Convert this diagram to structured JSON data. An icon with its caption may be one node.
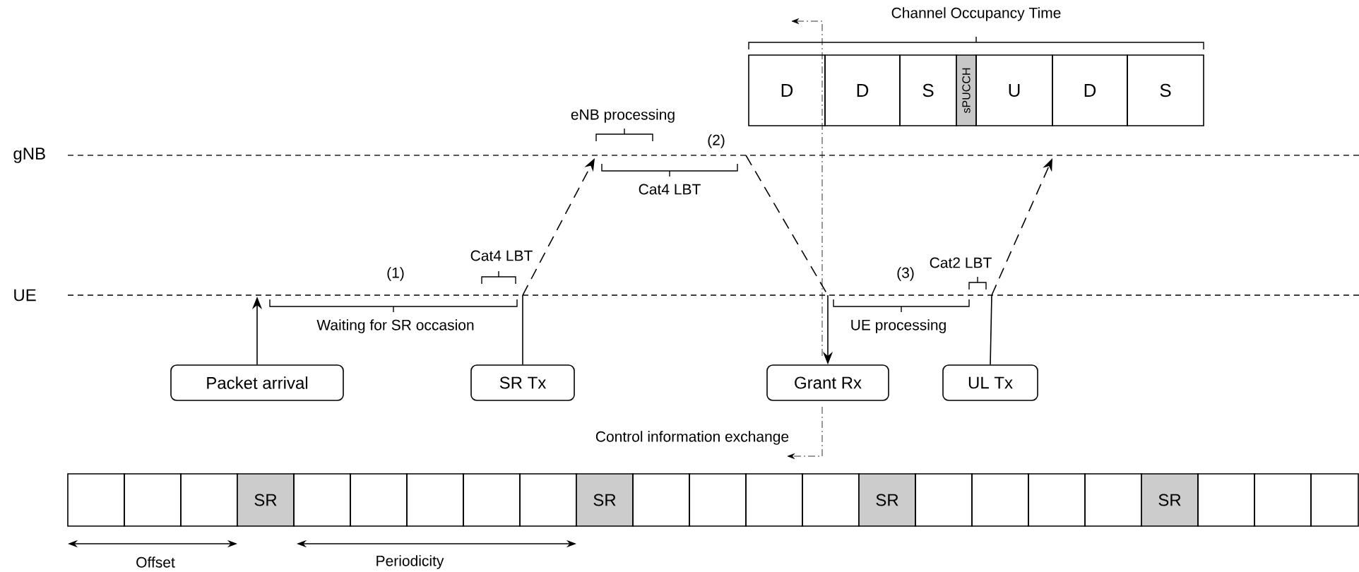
{
  "diagram": {
    "nodes": [
      {
        "text": [
          "Packet arrival"
        ]
      },
      {
        "text": [
          "SR Tx"
        ]
      },
      {
        "text": [
          "Grant Rx"
        ]
      },
      {
        "text": [
          "UL Tx"
        ]
      },
      {
        "text": [
          "D"
        ]
      },
      {
        "text": [
          "D"
        ]
      },
      {
        "text": [
          "S"
        ]
      },
      {
        "text": [
          "sPUCCH"
        ]
      },
      {
        "text": [
          "U"
        ]
      },
      {
        "text": [
          "D"
        ]
      },
      {
        "text": [
          "S"
        ]
      },
      {
        "text": [],
        "shape": "box"
      },
      {
        "text": [],
        "shape": "box"
      },
      {
        "text": [],
        "shape": "box"
      },
      {
        "text": [
          "SR"
        ]
      },
      {
        "text": [],
        "shape": "box"
      },
      {
        "text": [],
        "shape": "box"
      },
      {
        "text": [],
        "shape": "box"
      },
      {
        "text": [],
        "shape": "box"
      },
      {
        "text": [],
        "shape": "box"
      },
      {
        "text": [
          "SR"
        ]
      },
      {
        "text": [],
        "shape": "box"
      },
      {
        "text": [],
        "shape": "box"
      },
      {
        "text": [],
        "shape": "box"
      },
      {
        "text": [],
        "shape": "box"
      },
      {
        "text": [
          "SR"
        ]
      },
      {
        "text": [],
        "shape": "box"
      },
      {
        "text": [],
        "shape": "box"
      },
      {
        "text": [],
        "shape": "box"
      },
      {
        "text": [],
        "shape": "box"
      },
      {
        "text": [
          "SR"
        ]
      },
      {
        "text": [],
        "shape": "box"
      },
      {
        "text": [],
        "shape": "box"
      },
      {
        "text": [],
        "shape": "box"
      },
      {
        "text": [
          "gNB"
        ]
      },
      {
        "text": [
          "UE"
        ]
      }
    ],
    "edges": [
      {
        "from": 0,
        "to": 35,
        "arrow": "to"
      },
      {
        "from": 1,
        "to": 34,
        "arrow": "to",
        "style": "dashed"
      },
      {
        "from": 34,
        "to": 2,
        "arrow": "to",
        "style": "dashed"
      },
      {
        "from": 3,
        "to": 34,
        "arrow": "to",
        "style": "dashed"
      }
    ],
    "labels": [
      "Channel Occupancy Time",
      "eNB processing",
      "(2)",
      "Cat4 LBT",
      "Cat4 LBT",
      "(1)",
      "(3)",
      "Cat2 LBT",
      "Waiting for SR occasion",
      "UE processing",
      "Control information exchange",
      "Offset",
      "Periodicity"
    ]
  }
}
